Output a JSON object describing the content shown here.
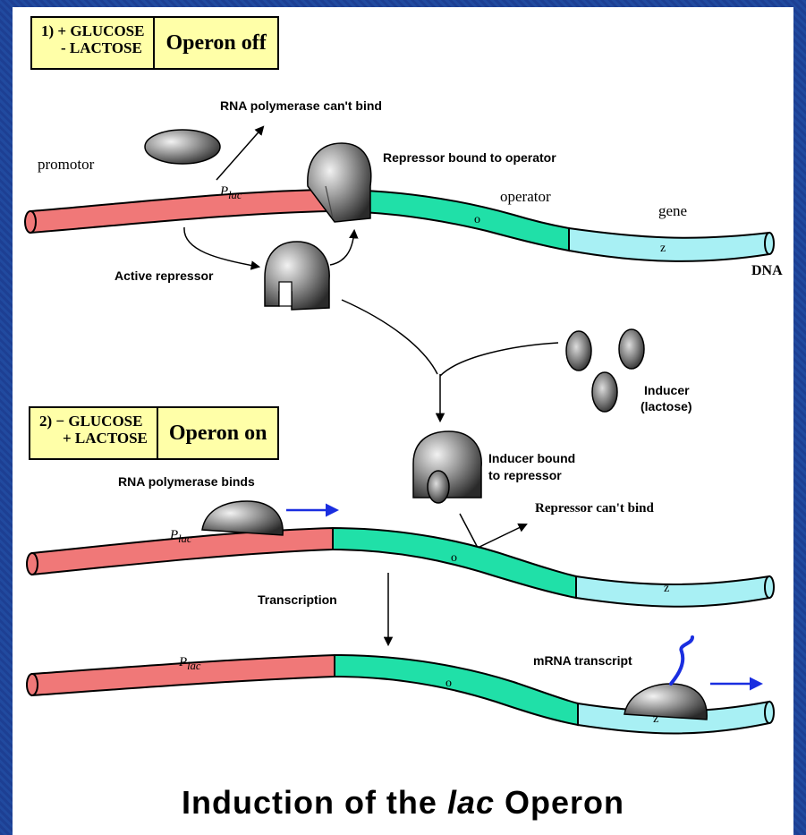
{
  "panel1": {
    "condition_line1": "1) + GLUCOSE",
    "condition_line2": "- LACTOSE",
    "status": "Operon off"
  },
  "panel2": {
    "condition_line1": "2)  − GLUCOSE",
    "condition_line2": "+ LACTOSE",
    "status": "Operon on"
  },
  "labels": {
    "rna_pol_cant_bind": "RNA polymerase can't bind",
    "repressor_bound": "Repressor bound to operator",
    "promotor": "promotor",
    "operator": "operator",
    "gene": "gene",
    "dna": "DNA",
    "active_repressor": "Active repressor",
    "inducer_line1": "Inducer",
    "inducer_line2": "(lactose)",
    "inducer_bound_line1": "Inducer bound",
    "inducer_bound_line2": "to repressor",
    "repressor_cant_bind": "Repressor can't bind",
    "rna_pol_binds": "RNA polymerase binds",
    "transcription": "Transcription",
    "mrna_transcript": "mRNA transcript",
    "plac": "P",
    "plac_sub": "lac",
    "o": "o",
    "z": "z"
  },
  "caption": {
    "prefix": "Induction of the ",
    "italic": "lac",
    "suffix": " Operon"
  },
  "colors": {
    "promoter": "#f07878",
    "operator": "#20e0a8",
    "gene": "#a8f0f4",
    "condition_box": "#ffffa8",
    "arrow_blue": "#1a2ee0",
    "background": "#1f4498"
  }
}
